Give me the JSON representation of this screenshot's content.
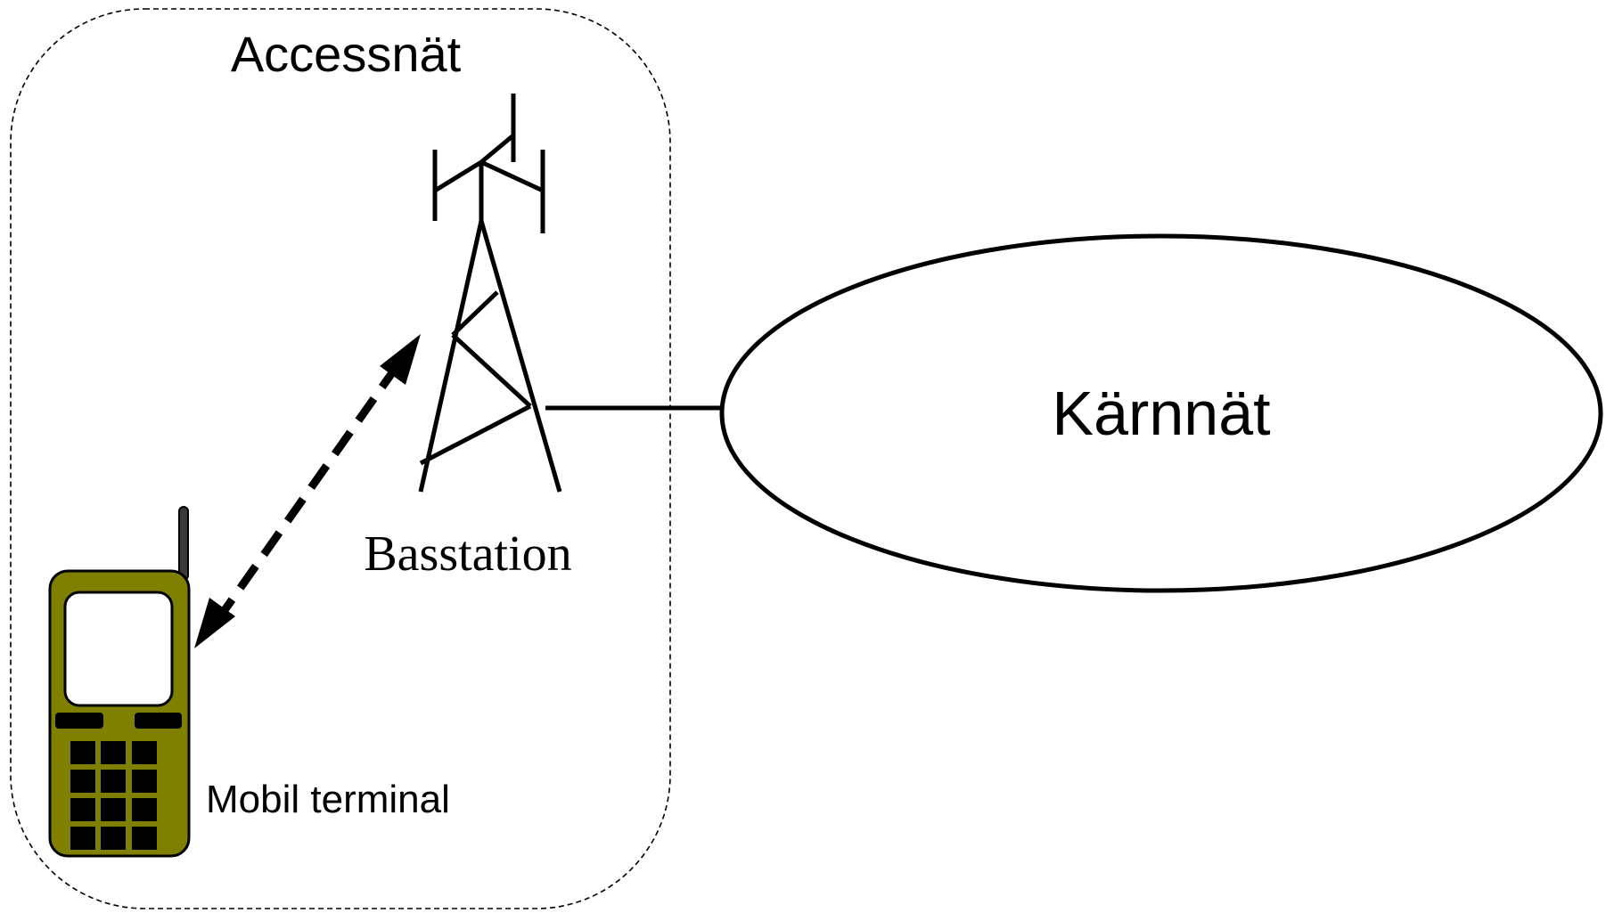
{
  "access_network": {
    "label": "Accessnät"
  },
  "base_station": {
    "label": "Basstation"
  },
  "core_network": {
    "label": "Kärnnät"
  },
  "mobile_terminal": {
    "label": "Mobil terminal",
    "body_color": "#808000"
  },
  "icons": [
    "tower-icon",
    "mobile-phone-icon",
    "bidirectional-arrow-icon"
  ]
}
